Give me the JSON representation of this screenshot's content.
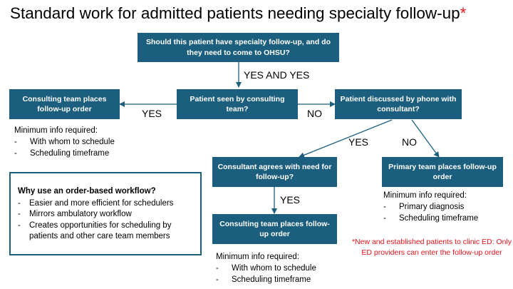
{
  "title": "Standard work for admitted patients needing specialty follow-up",
  "title_asterisk": "*",
  "boxes": {
    "top": "Should this patient have specialty follow-up, and do they need to come to OHSU?",
    "consulting_left": "Consulting team places follow-up order",
    "seen": "Patient seen by consulting team?",
    "phone": "Patient discussed by phone with consultant?",
    "agrees": "Consultant agrees with need for follow-up?",
    "primary": "Primary team places follow-up order",
    "consulting_bottom": "Consulting team places follow-up order"
  },
  "labels": {
    "yes_and_yes": "YES AND YES",
    "yes_left": "YES",
    "no_right": "NO",
    "yes_phone": "YES",
    "no_phone": "NO",
    "yes_agree": "YES"
  },
  "info_left": {
    "heading": "Minimum info required:",
    "items": [
      "With whom to schedule",
      "Scheduling timeframe"
    ]
  },
  "info_primary": {
    "heading": "Minimum info required:",
    "items": [
      "Primary diagnosis",
      "Scheduling timeframe"
    ]
  },
  "info_bottom": {
    "heading": "Minimum info required:",
    "items": [
      "With whom to schedule",
      "Scheduling timeframe"
    ]
  },
  "why": {
    "heading": "Why use an order-based workflow?",
    "items": [
      "Easier and more efficient for schedulers",
      "Mirrors ambulatory workflow",
      "Creates opportunities for scheduling by patients and other care team members"
    ]
  },
  "footnote": "*New and established patients to clinic ED: Only ED providers can enter the follow-up order",
  "colors": {
    "box": "#1b5e7d",
    "accent_red": "#e8141c",
    "arrow": "#1b5e7d"
  }
}
